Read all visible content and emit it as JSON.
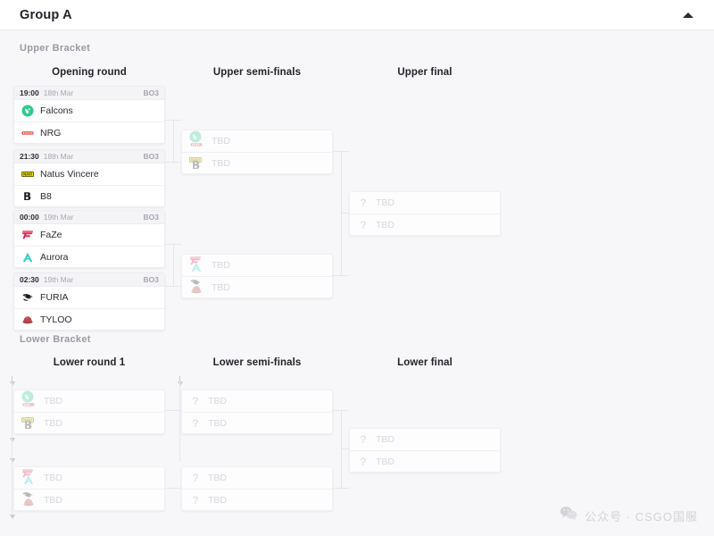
{
  "header": {
    "title": "Group A",
    "collapse_icon": "chevron-up-icon"
  },
  "brackets": [
    {
      "label": "Upper Bracket",
      "rounds": [
        "Opening round",
        "Upper semi-finals",
        "Upper final"
      ]
    },
    {
      "label": "Lower Bracket",
      "rounds": [
        "Lower round 1",
        "Lower semi-finals",
        "Lower final"
      ]
    }
  ],
  "opening_round": [
    {
      "time": "19:00",
      "date": "18th Mar",
      "format": "BO3",
      "teams": [
        {
          "name": "Falcons",
          "logo": "falcons-logo"
        },
        {
          "name": "NRG",
          "logo": "nrg-logo"
        }
      ]
    },
    {
      "time": "21:30",
      "date": "18th Mar",
      "format": "BO3",
      "teams": [
        {
          "name": "Natus Vincere",
          "logo": "navi-logo"
        },
        {
          "name": "B8",
          "logo": "b8-logo"
        }
      ]
    },
    {
      "time": "00:00",
      "date": "19th Mar",
      "format": "BO3",
      "teams": [
        {
          "name": "FaZe",
          "logo": "faze-logo"
        },
        {
          "name": "Aurora",
          "logo": "aurora-logo"
        }
      ]
    },
    {
      "time": "02:30",
      "date": "19th Mar",
      "format": "BO3",
      "teams": [
        {
          "name": "FURIA",
          "logo": "furia-logo"
        },
        {
          "name": "TYLOO",
          "logo": "tyloo-logo"
        }
      ]
    }
  ],
  "upper_semis": [
    {
      "teams": [
        {
          "name": "TBD",
          "logo": "falcons-nrg-stack"
        },
        {
          "name": "TBD",
          "logo": "navi-b8-stack"
        }
      ]
    },
    {
      "teams": [
        {
          "name": "TBD",
          "logo": "faze-aurora-stack"
        },
        {
          "name": "TBD",
          "logo": "furia-tyloo-stack"
        }
      ]
    }
  ],
  "upper_final": {
    "teams": [
      {
        "name": "TBD",
        "logo": "question-icon"
      },
      {
        "name": "TBD",
        "logo": "question-icon"
      }
    ]
  },
  "lower_round1": [
    {
      "teams": [
        {
          "name": "TBD",
          "logo": "falcons-nrg-stack"
        },
        {
          "name": "TBD",
          "logo": "navi-b8-stack"
        }
      ]
    },
    {
      "teams": [
        {
          "name": "TBD",
          "logo": "faze-aurora-stack"
        },
        {
          "name": "TBD",
          "logo": "furia-tyloo-stack"
        }
      ]
    }
  ],
  "lower_semis": [
    {
      "teams": [
        {
          "name": "TBD",
          "logo": "question-icon"
        },
        {
          "name": "TBD",
          "logo": "question-icon"
        }
      ]
    }
  ],
  "lower_final": {
    "teams": [
      {
        "name": "TBD",
        "logo": "question-icon"
      },
      {
        "name": "TBD",
        "logo": "question-icon"
      }
    ]
  },
  "watermark": {
    "icon": "wechat-icon",
    "text": "公众号 · CSGO国服"
  },
  "colors": {
    "page_background": "#f7f7f9",
    "card_background": "#ffffff",
    "border": "#ececf1",
    "title_text": "#23232b",
    "muted_text": "#9a9aa6",
    "tbd_text": "#d6d6de",
    "falcons": "#2fc98e",
    "nrg": "#e23a3a",
    "navi": "#f2e600",
    "b8": "#1d1d1d",
    "faze": "#e0234e",
    "aurora": "#2fd0c8",
    "furia": "#1d1d1d",
    "tyloo": "#9c3b3b"
  }
}
